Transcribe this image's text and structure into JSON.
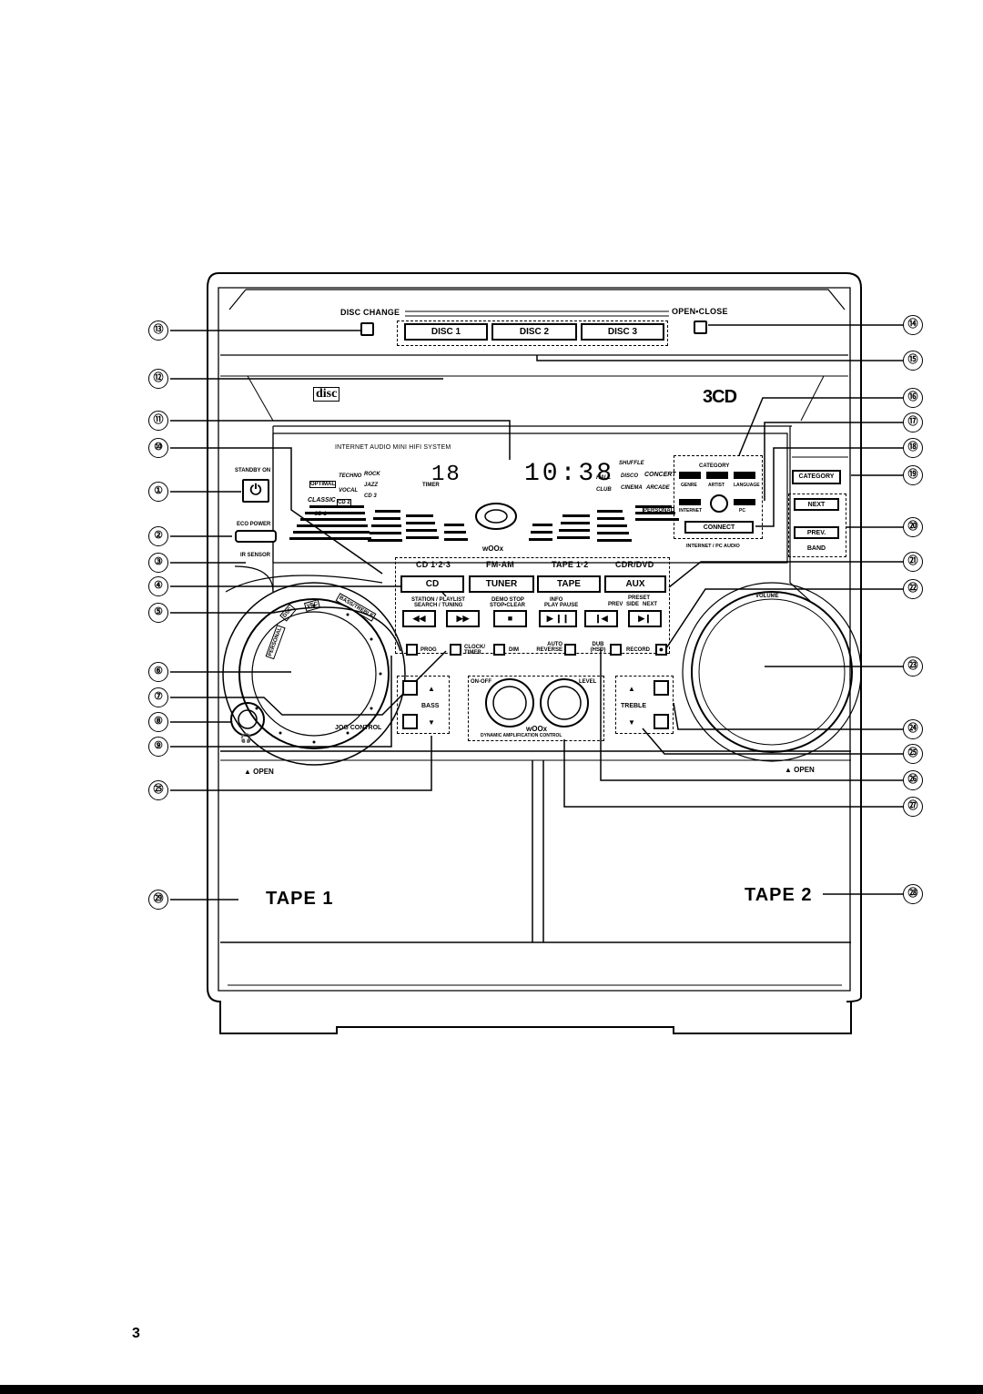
{
  "top": {
    "disc_change": "DISC CHANGE",
    "open_close": "OPEN•CLOSE",
    "discs": [
      "DISC 1",
      "DISC 2",
      "DISC 3"
    ]
  },
  "logos": {
    "compact_disc": "disc",
    "three_cd": "3CD"
  },
  "display": {
    "system_name": "INTERNET AUDIO MINI HIFI SYSTEM",
    "left_digits": "18",
    "clock": "10:38",
    "brand": "wOOx",
    "eq_left": [
      "OPTIMAL",
      "TECHNO",
      "ROCK",
      "CLASSIC",
      "VOCAL",
      "JAZZ",
      "CD 1",
      "CD 2",
      "CD 3"
    ],
    "eq_right": [
      "SHUFFLE",
      "HALL",
      "DISCO",
      "CONCERT",
      "CLUB",
      "CINEMA",
      "ARCADE",
      "PERSONAL"
    ],
    "timer": "TIMER"
  },
  "standby": "STANDBY ON",
  "eco": "ECO POWER",
  "ir": "IR SENSOR",
  "source_labels": [
    "CD 1·2·3",
    "FM-AM",
    "TAPE 1·2",
    "CDR/DVD"
  ],
  "source_buttons": [
    "CD",
    "TUNER",
    "TAPE",
    "AUX"
  ],
  "transport_labels": [
    "STATION / PLAYLIST",
    "SEARCH / TUNING",
    "DEMO STOP",
    "STOP•CLEAR",
    "INFO",
    "PLAY PAUSE",
    "PRESET",
    "PREV",
    "SIDE",
    "NEXT"
  ],
  "transport_glyphs": [
    "◀◀",
    "▶▶",
    "■",
    "▶ ❙❙",
    "❙◀",
    "▶❙"
  ],
  "jog": {
    "personal": "PERSONAL",
    "dsc": "DSC",
    "vec": "VEC",
    "bass_treble": "BASS/TREBLE",
    "label": "JOG CONTROL"
  },
  "func": {
    "prog": "PROG",
    "clock_timer": "CLOCK/ TIMER",
    "dim": "DIM",
    "auto_reverse": "AUTO REVERSE",
    "dub": "DUB (HSD)",
    "record": "RECORD"
  },
  "bass": "BASS",
  "treble": "TREBLE",
  "woox": {
    "on_off": "ON-OFF",
    "level": "LEVEL",
    "brand": "wOOx",
    "sub": "DYNAMIC AMPLIFICATION CONTROL"
  },
  "volume": "VOLUME",
  "internet": {
    "category": "CATEGORY",
    "connect": "CONNECT",
    "footer": "INTERNET / PC AUDIO",
    "cat_items": [
      "GENRE",
      "ARTIST",
      "LANGUAGE"
    ],
    "sub": [
      "INTERNET",
      "PC"
    ]
  },
  "right_btns": [
    "CATEGORY",
    "NEXT",
    "PREV.",
    "BAND"
  ],
  "open": "▲ OPEN",
  "tape1": "TAPE 1",
  "tape2": "TAPE 2",
  "page_number": "3",
  "callouts": [
    "⑬",
    "⑫",
    "⑪",
    "⑩",
    "①",
    "②",
    "③",
    "④",
    "⑤",
    "⑥",
    "⑦",
    "⑧",
    "⑨",
    "㉕",
    "㉙",
    "⑭",
    "⑮",
    "⑯",
    "⑰",
    "⑱",
    "⑲",
    "⑳",
    "㉑",
    "㉒",
    "㉓",
    "㉔",
    "㉕",
    "㉖",
    "㉗",
    "㉘"
  ]
}
